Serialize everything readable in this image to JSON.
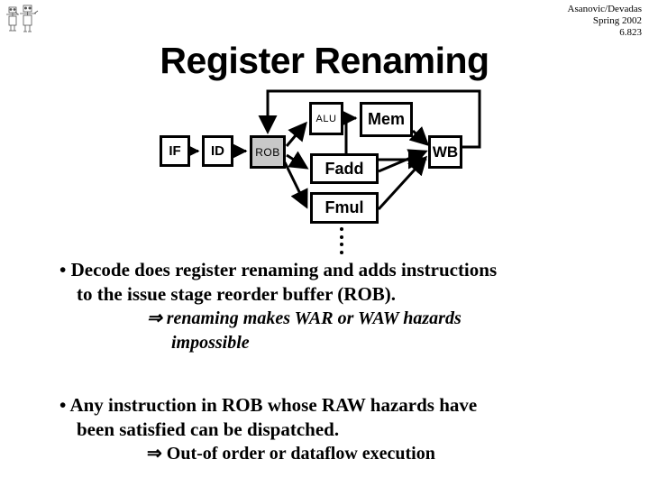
{
  "header": {
    "author": "Asanovic/Devadas",
    "term": "Spring 2002",
    "course": "6.823",
    "logo_icon": "two-robots-logo-icon"
  },
  "title": "Register Renaming",
  "diagram": {
    "name": "pipeline-with-rob-diagram",
    "stages": [
      {
        "id": "if",
        "label": "IF"
      },
      {
        "id": "id",
        "label": "ID"
      },
      {
        "id": "rob",
        "label": "ROB",
        "fill": "#c8c8c8"
      },
      {
        "id": "alu",
        "label": "ALU"
      },
      {
        "id": "mem",
        "label": "Mem"
      },
      {
        "id": "fadd",
        "label": "Fadd"
      },
      {
        "id": "fmul",
        "label": "Fmul"
      },
      {
        "id": "wb",
        "label": "WB"
      }
    ],
    "more_units_indicator": "vertical-ellipsis",
    "line_color": "#000000",
    "box_fill": "#ffffff"
  },
  "bullets": [
    {
      "marker": "•",
      "line1": "• Decode does register renaming and adds instructions",
      "line2": "to the issue stage reorder buffer (ROB).",
      "sub1": "⇒ renaming makes WAR or WAW hazards",
      "sub2": "impossible"
    },
    {
      "marker": "•",
      "line1": "• Any instruction in ROB whose RAW hazards have",
      "line2": "been satisfied can be dispatched.",
      "sub1": "⇒ Out-of order or dataflow execution"
    }
  ]
}
